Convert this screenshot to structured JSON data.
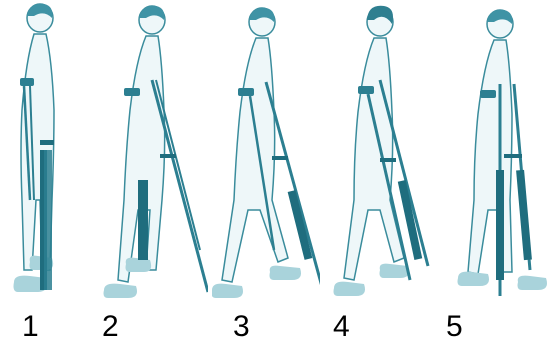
{
  "steps": [
    {
      "label": "1"
    },
    {
      "label": "2"
    },
    {
      "label": "3"
    },
    {
      "label": "4"
    },
    {
      "label": "5"
    }
  ],
  "colors": {
    "body_outline": "#3a8c9c",
    "body_fill": "#eef7f9",
    "hair": "#3f93a5",
    "crutch": "#2c7f91",
    "crutch_dark": "#1f6d7e",
    "foot_shadow": "#a9d3db"
  }
}
